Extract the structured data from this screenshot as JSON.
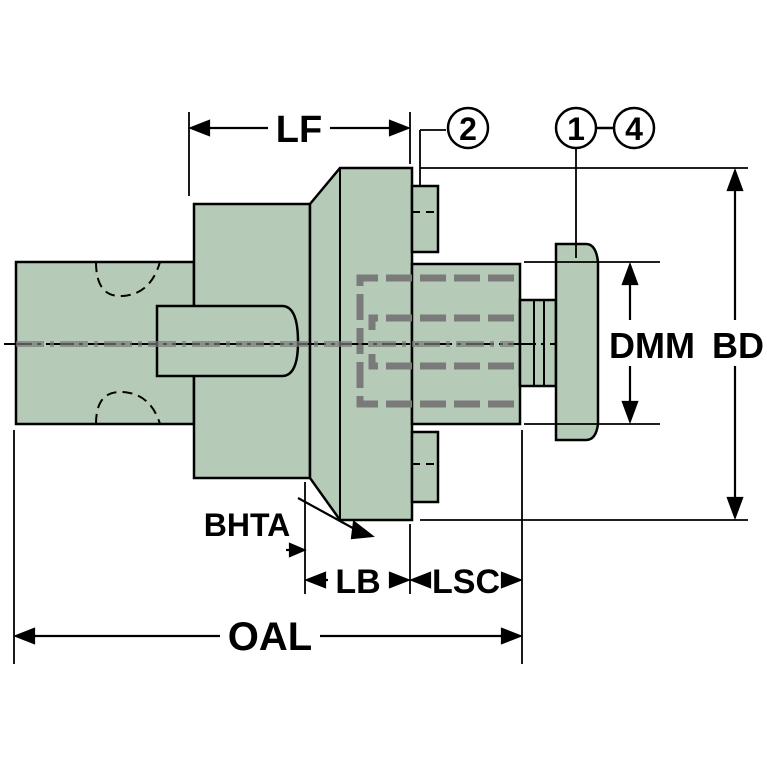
{
  "colors": {
    "body_fill": "#b5cbb7",
    "outline": "#000000",
    "hidden_fill": "#8a8a8a",
    "background": "#ffffff"
  },
  "dimensions": {
    "lf": "LF",
    "dmm": "DMM",
    "bd": "BD",
    "bhta": "BHTA",
    "lb": "LB",
    "lsc": "LSC",
    "oal": "OAL"
  },
  "callouts": {
    "item2": "2",
    "item1": "1",
    "item4": "4"
  }
}
